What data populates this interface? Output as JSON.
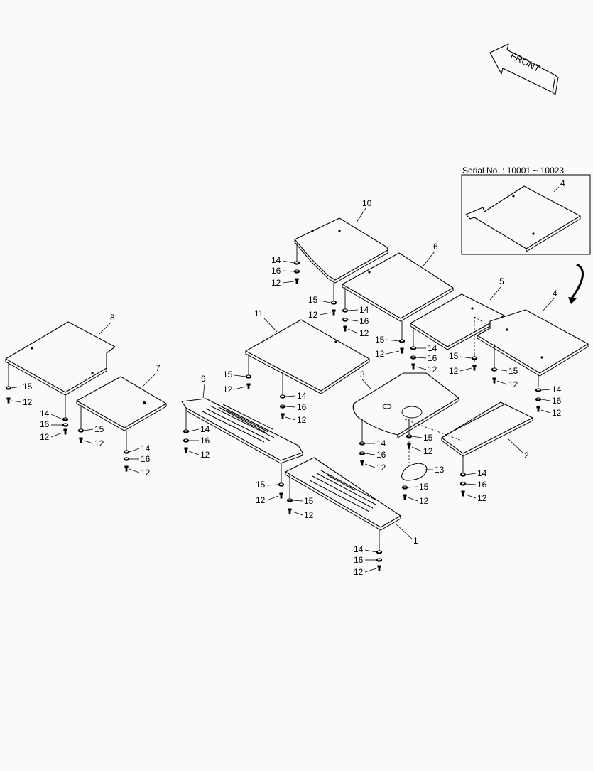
{
  "front_label": "FRONT",
  "serial_note": "Serial No. : 10001 ~ 10023",
  "inset_part": "4",
  "parts": {
    "p1": "1",
    "p2": "2",
    "p3": "3",
    "p4": "4",
    "p5": "5",
    "p6": "6",
    "p7": "7",
    "p8": "8",
    "p9": "9",
    "p10": "10",
    "p11": "11",
    "p13": "13"
  },
  "hardware": {
    "bolt": "12",
    "washer_a": "14",
    "washer_b": "15",
    "washer_c": "16"
  }
}
